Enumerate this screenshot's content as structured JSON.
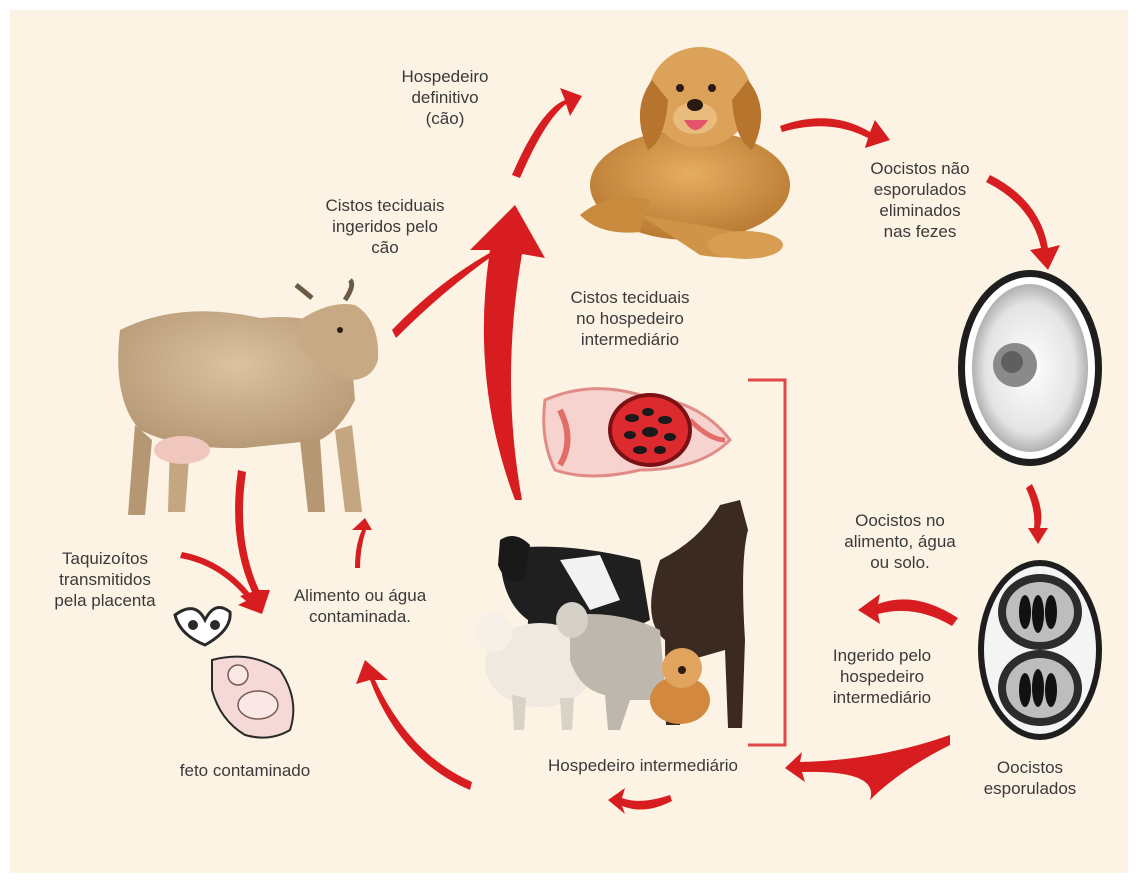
{
  "colors": {
    "background": "#fdf3e4",
    "arrow": "#d81d21",
    "text": "#3a3a3a",
    "bracket": "#e2474a"
  },
  "labels": {
    "definitive_host": "Hospedeiro\ndefinitivo\n(cão)",
    "oocysts_unsporulated": "Oocistos não\nesporulados\neliminados\nnas fezes",
    "tissue_cysts_ingested": "Cistos teciduais\ningeridos pelo\ncão",
    "tissue_cysts_intermediate": "Cistos teciduais\nno hospedeiro\nintermediário",
    "oocysts_environment": "Oocistos no\nalimento, água\nou solo.",
    "ingested_intermediate": "Ingerido pelo\nhospedeiro\nintermediário",
    "oocysts_sporulated": "Oocistos\nesporulados",
    "intermediate_host": "Hospedeiro intermediário",
    "contaminated_food": "Alimento ou água\ncontaminada.",
    "tachyzoites": "Taquizoítos\ntransmitidos\npela placenta",
    "infected_fetus": "feto contaminado"
  },
  "illustrations": [
    "dog-illustration",
    "cow-illustration",
    "oocyst-unsporulated-illustration",
    "oocyst-sporulated-illustration",
    "tissue-cyst-illustration",
    "intermediate-hosts-illustration",
    "fetus-illustration"
  ]
}
